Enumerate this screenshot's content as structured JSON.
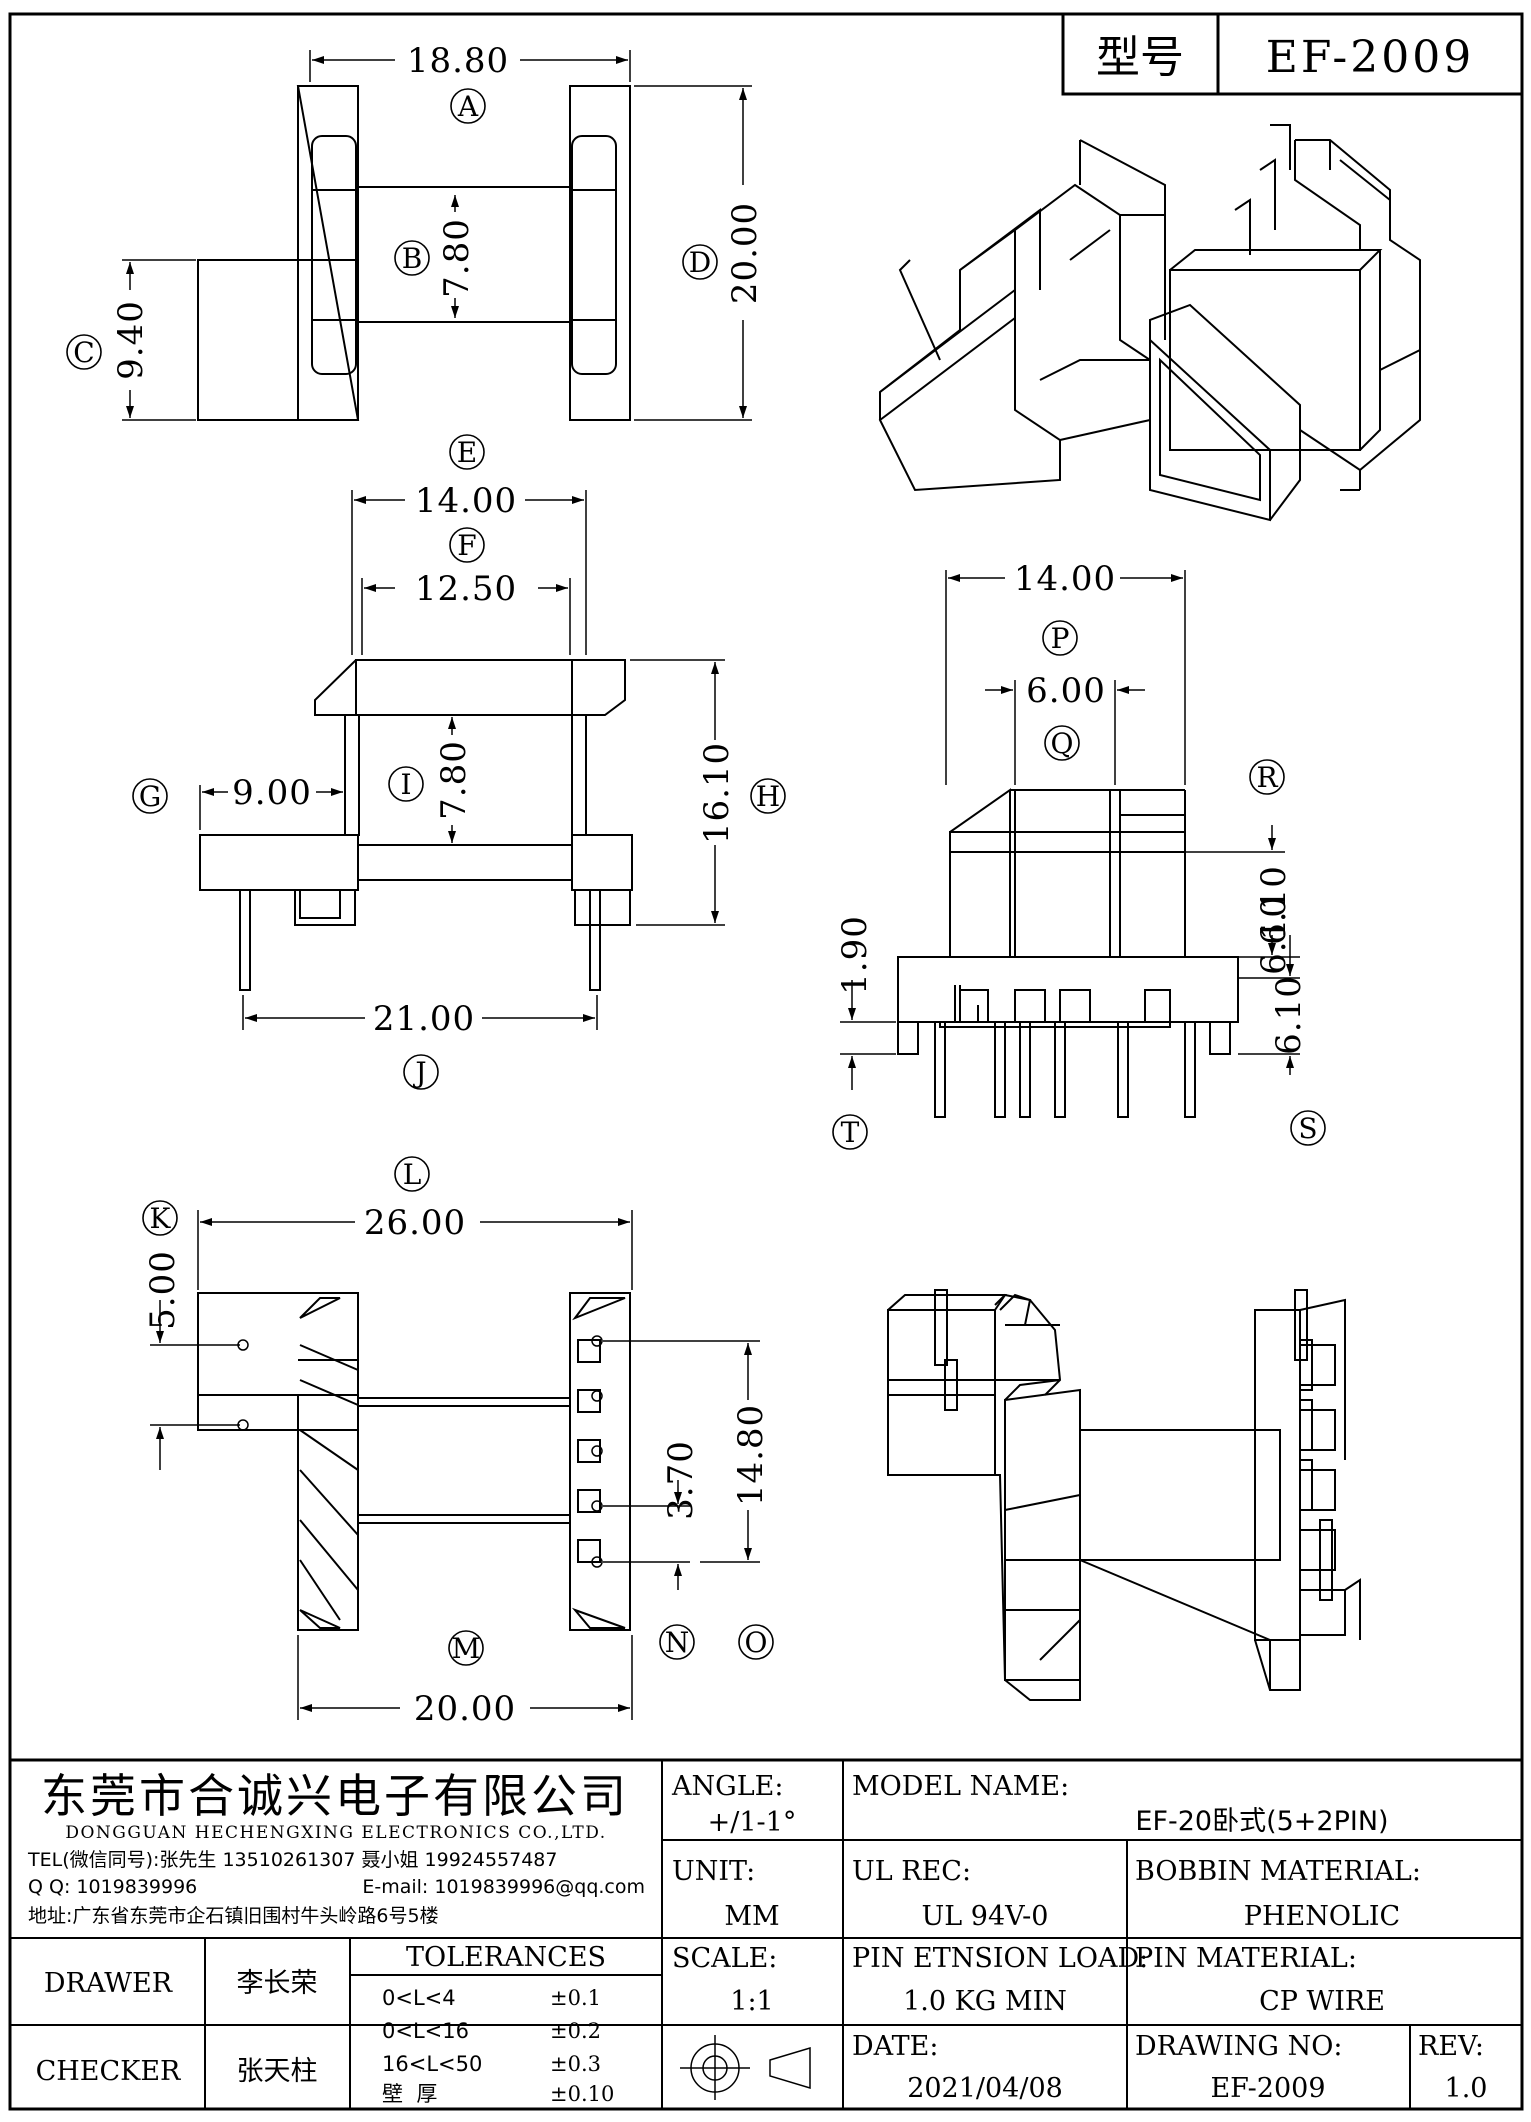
{
  "header": {
    "model_label": "型号",
    "model_value": "EF-2009"
  },
  "views": {
    "top_view": {
      "dim_a": "18.80",
      "label_a": "A",
      "dim_b": "7.80",
      "label_b": "B",
      "dim_c": "9.40",
      "label_c": "C",
      "dim_d": "20.00",
      "label_d": "D"
    },
    "front_view": {
      "dim_e": "14.00",
      "label_e": "E",
      "dim_f": "12.50",
      "label_f": "F",
      "dim_g": "9.00",
      "label_g": "G",
      "dim_h": "16.10",
      "label_h": "H",
      "dim_i": "7.80",
      "label_i": "I",
      "dim_j": "21.00",
      "label_j": "J"
    },
    "side_view": {
      "dim_p": "14.00",
      "label_p": "P",
      "dim_q": "6.00",
      "label_q": "Q",
      "label_r": "R",
      "dim_r1": "6.10",
      "dim_r2": "6.10",
      "dim_r3": "6.10",
      "label_s": "S",
      "dim_t": "1.90",
      "label_t": "T"
    },
    "bottom_view": {
      "dim_l": "26.00",
      "label_l": "L",
      "dim_k": "5.00",
      "label_k": "K",
      "dim_n": "3.70",
      "label_n": "N",
      "dim_o": "14.80",
      "label_o": "O",
      "dim_m": "20.00",
      "label_m": "M"
    }
  },
  "title_block": {
    "company_cn": "东莞市合诚兴电子有限公司",
    "company_en": "DONGGUAN HECHENGXING ELECTRONICS CO.,LTD.",
    "tel": "TEL(微信同号):张先生 13510261307 聂小姐 19924557487",
    "qq": "Q Q: 1019839996",
    "email": "E-mail: 1019839996@qq.com",
    "address": "地址:广东省东莞市企石镇旧围村牛头岭路6号5楼",
    "angle_label": "ANGLE:",
    "angle_value": "+/1-1°",
    "unit_label": "UNIT:",
    "unit_value": "MM",
    "scale_label": "SCALE:",
    "scale_value": "1:1",
    "model_name_label": "MODEL NAME:",
    "model_name_value": "EF-20卧式(5+2PIN)",
    "ul_label": "UL REC:",
    "ul_value": "UL 94V-0",
    "bobbin_label": "BOBBIN MATERIAL:",
    "bobbin_value": "PHENOLIC",
    "pin_load_label": "PIN ETNSION LOAD:",
    "pin_load_value": "1.0 KG MIN",
    "pin_material_label": "PIN MATERIAL:",
    "pin_material_value": "CP WIRE",
    "date_label": "DATE:",
    "date_value": "2021/04/08",
    "drawing_no_label": "DRAWING NO:",
    "drawing_no_value": "EF-2009",
    "rev_label": "REV:",
    "rev_value": "1.0",
    "drawer_label": "DRAWER",
    "drawer_value": "李长荣",
    "checker_label": "CHECKER",
    "checker_value": "张天柱",
    "tolerances_label": "TOLERANCES",
    "tolerances": [
      {
        "range": "0<L<4",
        "tol": "±0.1"
      },
      {
        "range": "0<L<16",
        "tol": "±0.2"
      },
      {
        "range": "16<L<50",
        "tol": "±0.3"
      },
      {
        "range": "壁  厚",
        "tol": "±0.10"
      }
    ]
  }
}
